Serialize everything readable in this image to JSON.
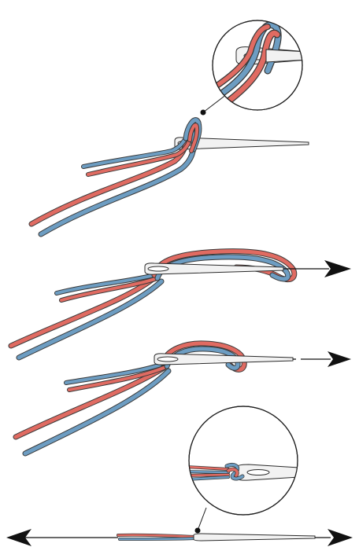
{
  "colors": {
    "thread_red": "#e06b62",
    "thread_blue": "#6d9dc2",
    "thread_outline": "#3a3a3a",
    "needle": "#f2f2f2",
    "arrow": "#111111",
    "background": "#ffffff"
  },
  "steps": [
    {
      "step": 1,
      "name": "folded-thread-through-eye",
      "has_zoom": true,
      "arrow": "none"
    },
    {
      "step": 2,
      "name": "loop-pulled-over-needle",
      "has_zoom": false,
      "arrow": "right"
    },
    {
      "step": 3,
      "name": "loop-tightened",
      "has_zoom": false,
      "arrow": "right-dashed"
    },
    {
      "step": 4,
      "name": "knot-pulled-tight",
      "has_zoom": true,
      "arrow": "both"
    }
  ],
  "icons": [
    "arrow-right-icon",
    "arrow-left-icon",
    "zoom-pointer-dot"
  ]
}
